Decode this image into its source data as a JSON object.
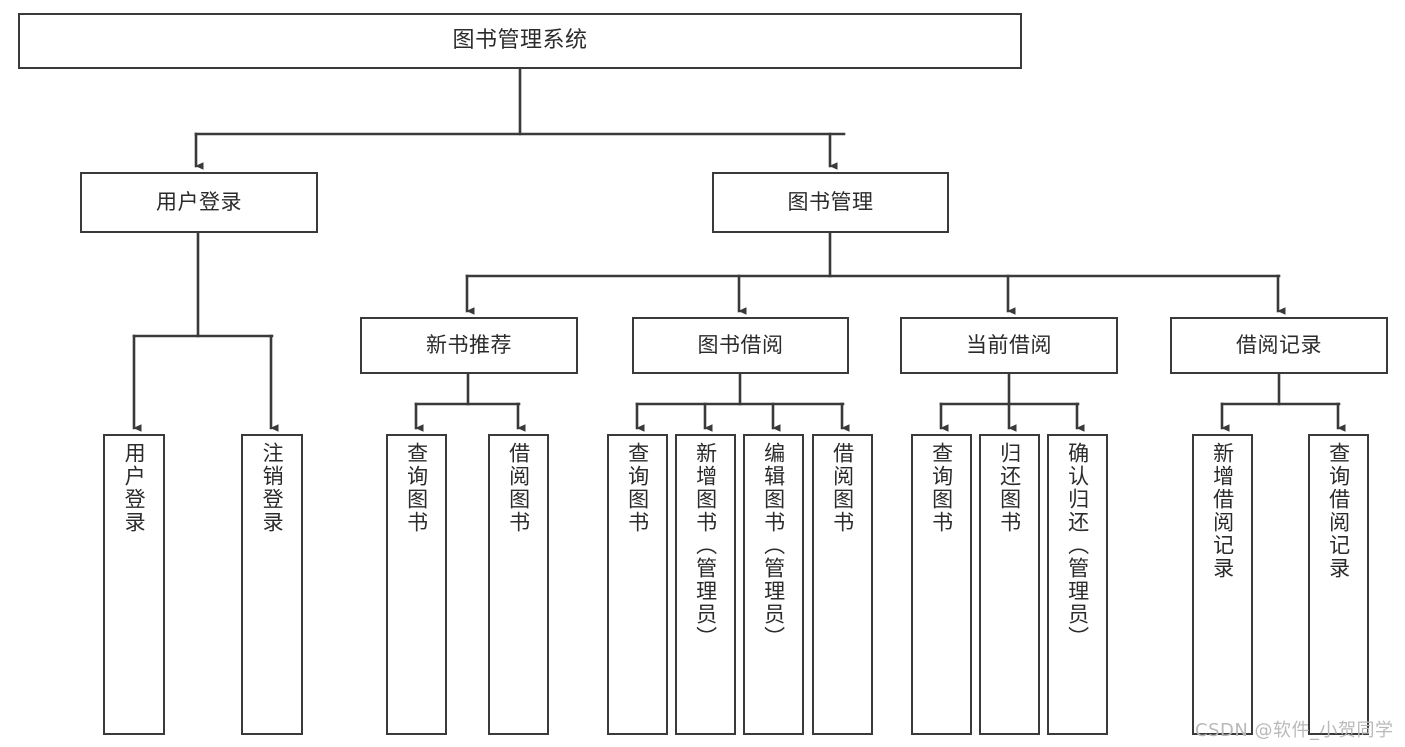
{
  "diagram": {
    "type": "tree-hierarchy",
    "title": "图书管理系统",
    "root": {
      "label": "图书管理系统"
    },
    "level2": [
      {
        "id": "user-login",
        "label": "用户登录"
      },
      {
        "id": "book-management",
        "label": "图书管理"
      }
    ],
    "level3": [
      {
        "id": "new-book-recommend",
        "label": "新书推荐",
        "parent": "book-management"
      },
      {
        "id": "book-borrow",
        "label": "图书借阅",
        "parent": "book-management"
      },
      {
        "id": "current-borrow",
        "label": "当前借阅",
        "parent": "book-management"
      },
      {
        "id": "borrow-record",
        "label": "借阅记录",
        "parent": "book-management"
      }
    ],
    "leaves": [
      {
        "id": "leaf-user-login",
        "label": "用户登录",
        "parent": "user-login"
      },
      {
        "id": "leaf-logout-login",
        "label": "注销登录",
        "parent": "user-login"
      },
      {
        "id": "leaf-query-book-1",
        "label": "查询图书",
        "parent": "new-book-recommend"
      },
      {
        "id": "leaf-borrow-book-1",
        "label": "借阅图书",
        "parent": "new-book-recommend"
      },
      {
        "id": "leaf-query-book-2",
        "label": "查询图书",
        "parent": "book-borrow"
      },
      {
        "id": "leaf-add-book",
        "label": "新增图书（管理员）",
        "parent": "book-borrow"
      },
      {
        "id": "leaf-edit-book",
        "label": "编辑图书（管理员）",
        "parent": "book-borrow"
      },
      {
        "id": "leaf-borrow-book-2",
        "label": "借阅图书",
        "parent": "book-borrow"
      },
      {
        "id": "leaf-query-book-3",
        "label": "查询图书",
        "parent": "current-borrow"
      },
      {
        "id": "leaf-return-book",
        "label": "归还图书",
        "parent": "current-borrow"
      },
      {
        "id": "leaf-confirm-return",
        "label": "确认归还（管理员）",
        "parent": "current-borrow"
      },
      {
        "id": "leaf-add-record",
        "label": "新增借阅记录",
        "parent": "borrow-record"
      },
      {
        "id": "leaf-query-record",
        "label": "查询借阅记录",
        "parent": "borrow-record"
      }
    ],
    "colors": {
      "stroke": "#3a3a3a",
      "text": "#2b2b2b",
      "background": "#ffffff",
      "watermark": "#b9b9b9"
    }
  },
  "watermark": {
    "text": "CSDN @软件_小贺同学"
  }
}
